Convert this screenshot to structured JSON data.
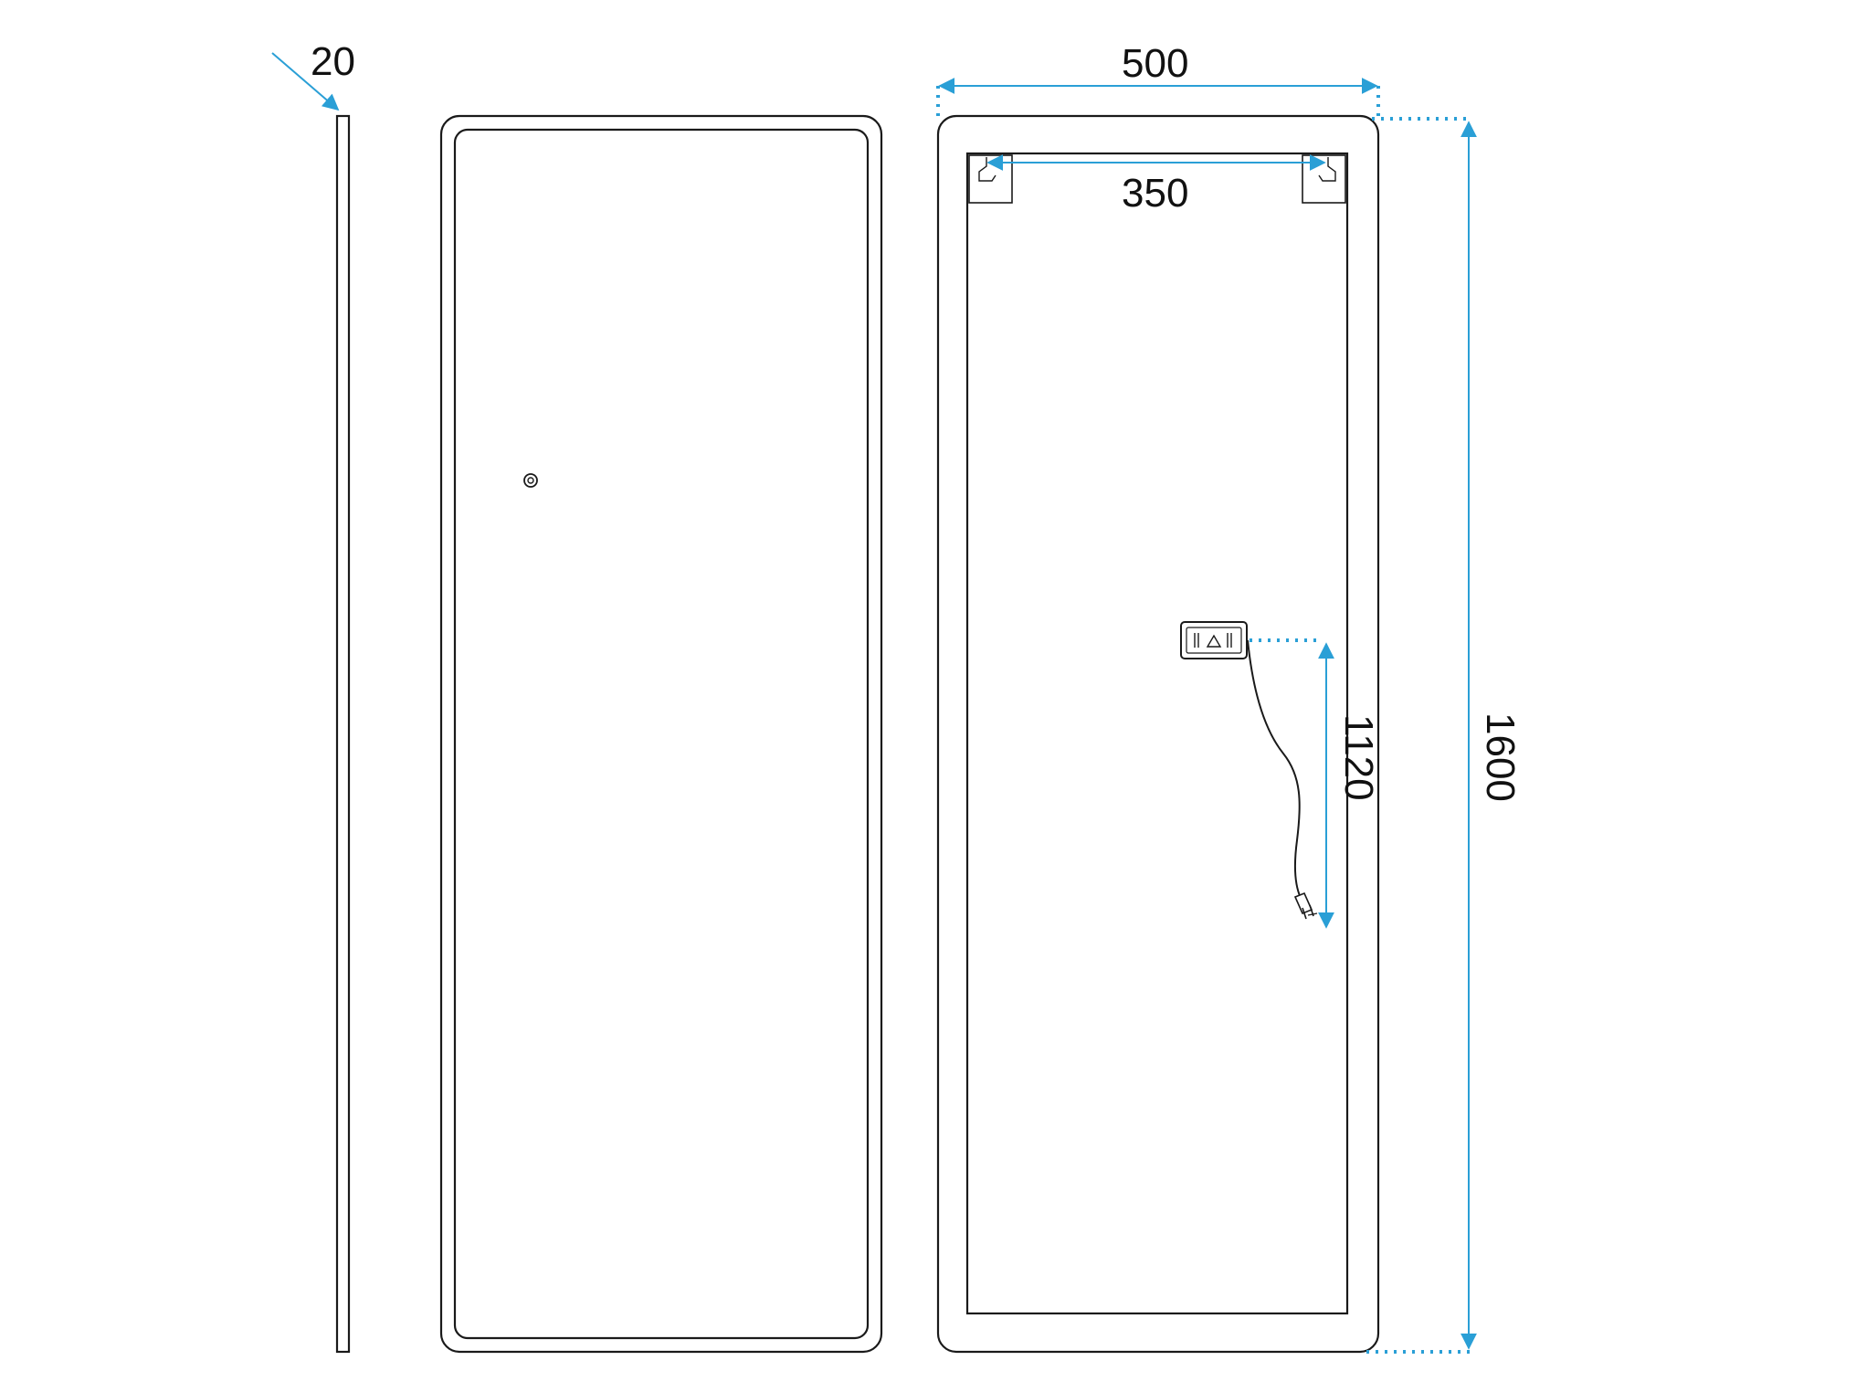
{
  "dimensions": {
    "thickness": "20",
    "width": "500",
    "hanger_spacing": "350",
    "outlet_height": "1120",
    "height": "1600"
  },
  "colors": {
    "dimension": "#2a9fd6",
    "outline": "#1a1a1a"
  },
  "icons": {
    "touch_switch": "touch-sensor-icon",
    "driver_box": "power-driver-icon",
    "plug": "power-plug-icon"
  }
}
